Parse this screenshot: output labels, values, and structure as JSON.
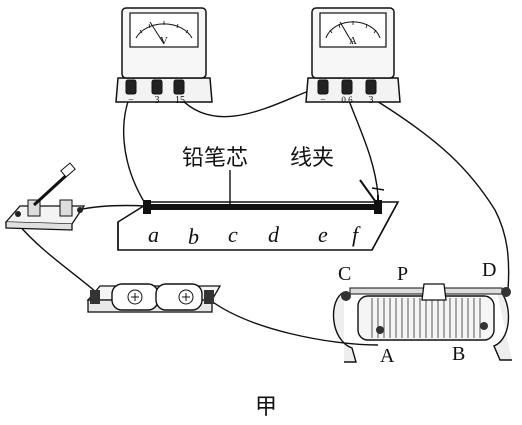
{
  "labels": {
    "pencil_lead": "铅笔芯",
    "wire_clip": "线夹",
    "caption": "甲",
    "voltmeter_unit": "V",
    "ammeter_unit": "A",
    "voltmeter_terminals": [
      "−",
      "3",
      "15"
    ],
    "ammeter_terminals": [
      "−",
      "0.6",
      "3"
    ],
    "rheostat": {
      "c": "C",
      "p": "P",
      "d": "D",
      "a": "A",
      "b": "B"
    },
    "board_points": [
      "a",
      "b",
      "c",
      "d",
      "e",
      "f"
    ]
  },
  "colors": {
    "ink": "#111111",
    "meter_face": "#ffffff",
    "case": "#f2f2f2"
  },
  "icons": [
    "voltmeter-icon",
    "ammeter-icon",
    "knife-switch-icon",
    "battery-icon",
    "rheostat-icon"
  ]
}
